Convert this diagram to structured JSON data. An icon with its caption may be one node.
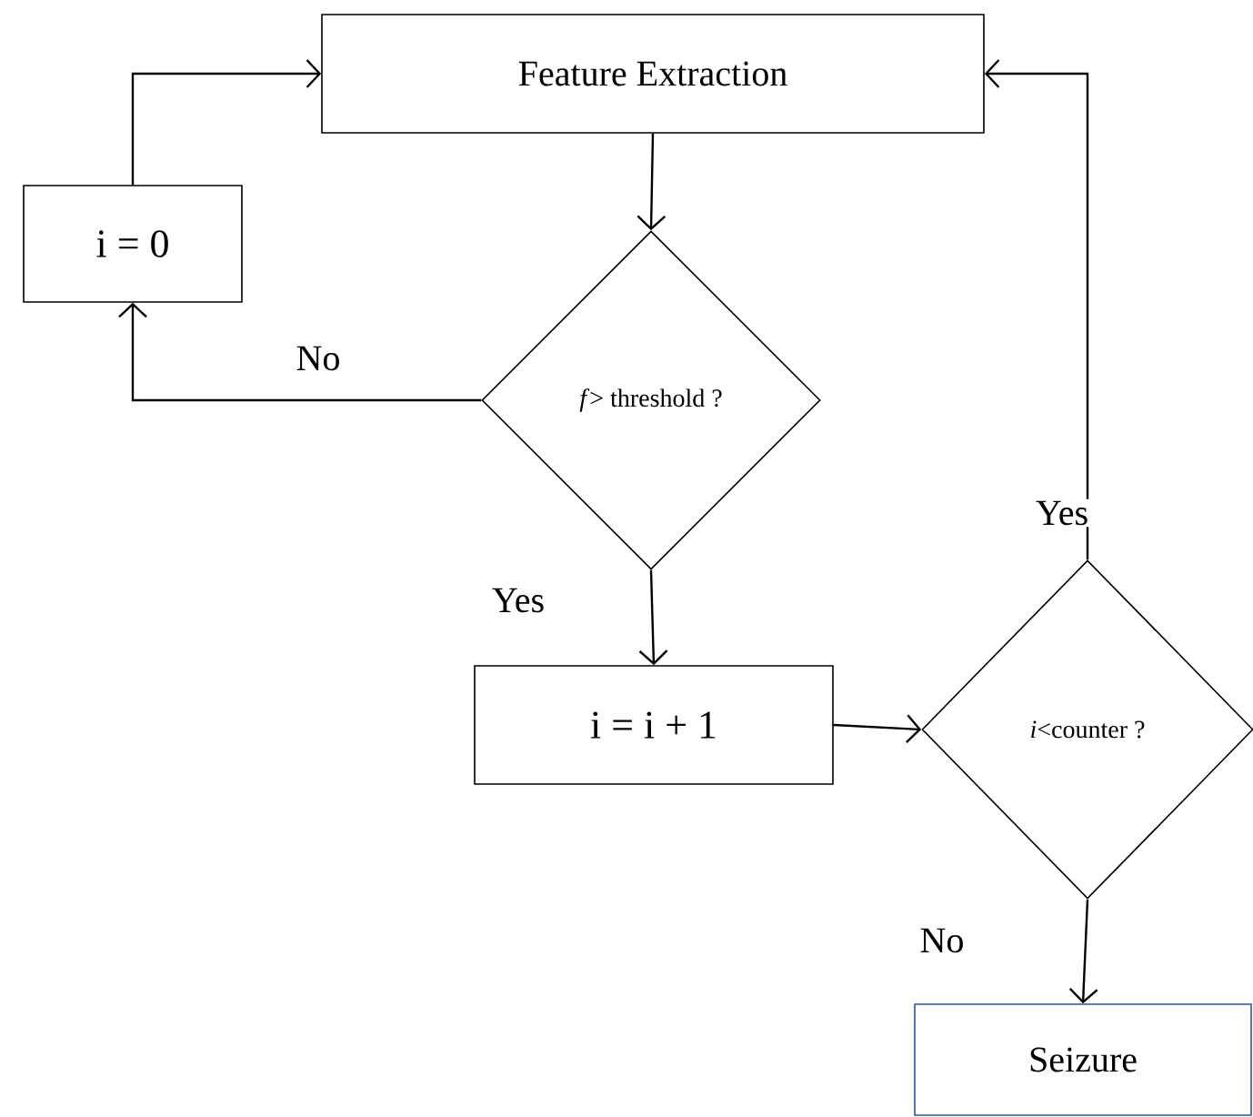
{
  "diagram": {
    "nodes": [
      {
        "text": [
          "Feature Extraction"
        ]
      },
      {
        "text": [
          "$i = 0$"
        ]
      },
      {
        "text": [
          "*f*> threshold ?"
        ]
      },
      {
        "text": [
          "$i = i + 1$"
        ]
      },
      {
        "text": [
          "*i*<counter ?"
        ]
      },
      {
        "text": [
          "Seizure"
        ]
      }
    ],
    "edges": [
      {
        "from": 0,
        "to": 2,
        "arrow": "to"
      },
      {
        "from": 2,
        "to": 1,
        "arrow": "to",
        "label": "No"
      },
      {
        "from": 1,
        "to": 0,
        "arrow": "to"
      },
      {
        "from": 2,
        "to": 3,
        "arrow": "to",
        "label": "Yes"
      },
      {
        "from": 3,
        "to": 4,
        "arrow": "to"
      },
      {
        "from": 4,
        "to": 0,
        "arrow": "to",
        "label": "Yes"
      },
      {
        "from": 4,
        "to": 5,
        "arrow": "to",
        "label": "No"
      }
    ]
  }
}
